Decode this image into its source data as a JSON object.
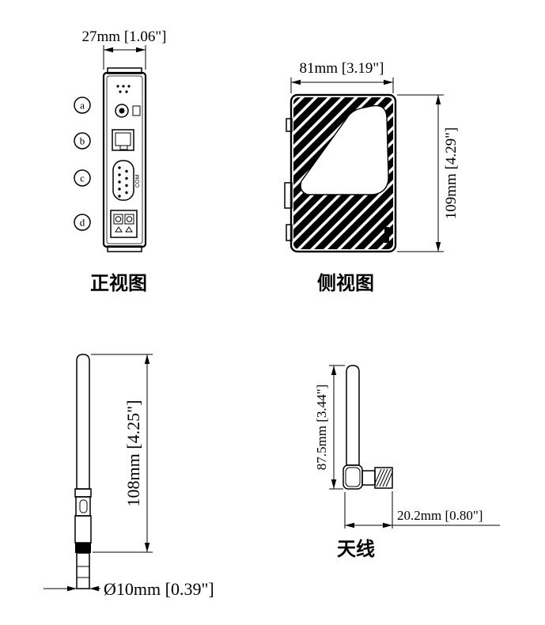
{
  "drawing": {
    "front_view": {
      "caption": "正视图",
      "width_dimension": "27mm [1.06\"]",
      "com_port_label": "COM",
      "callouts": [
        "a",
        "b",
        "c",
        "d"
      ]
    },
    "side_view": {
      "caption": "侧视图",
      "width_dimension": "81mm [3.19\"]",
      "height_dimension": "109mm [4.29\"]"
    },
    "antenna_straight": {
      "length_dimension": "108mm [4.25\"]",
      "diameter_dimension": "Ø10mm [0.39\"]"
    },
    "antenna_bent": {
      "caption": "天线",
      "height_dimension": "87.5mm [3.44\"]",
      "connector_dimension": "20.2mm [0.80\"]"
    }
  }
}
